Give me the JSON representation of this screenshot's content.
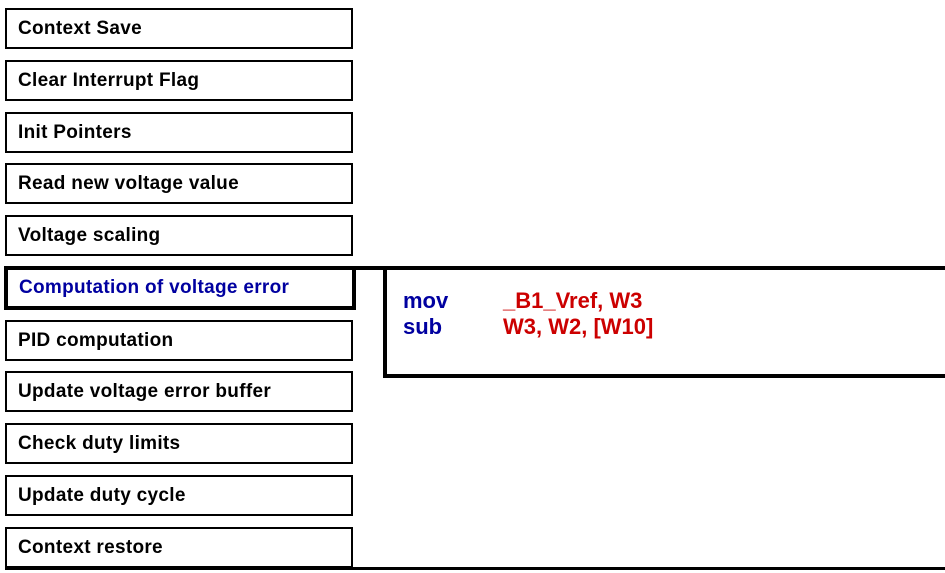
{
  "diagram": {
    "steps": [
      {
        "label": "Context Save",
        "highlighted": false
      },
      {
        "label": "Clear Interrupt Flag",
        "highlighted": false
      },
      {
        "label": "Init Pointers",
        "highlighted": false
      },
      {
        "label": "Read new voltage value",
        "highlighted": false
      },
      {
        "label": "Voltage scaling",
        "highlighted": false
      },
      {
        "label": "Computation of voltage error",
        "highlighted": true
      },
      {
        "label": "PID computation",
        "highlighted": false
      },
      {
        "label": "Update voltage error buffer",
        "highlighted": false
      },
      {
        "label": "Check duty limits",
        "highlighted": false
      },
      {
        "label": "Update duty cycle",
        "highlighted": false
      },
      {
        "label": "Context restore",
        "highlighted": false
      }
    ],
    "code_panel": {
      "lines": [
        {
          "mnemonic": "mov",
          "operands": "_B1_Vref, W3"
        },
        {
          "mnemonic": "sub",
          "operands": "W3, W2, [W10]"
        }
      ]
    },
    "colors": {
      "step_text": "#000000",
      "highlight_text": "#0000A0",
      "mnemonic_blue": "#0000A0",
      "operand_red": "#CC0000",
      "border": "#000000",
      "background": "#FFFFFF"
    }
  }
}
